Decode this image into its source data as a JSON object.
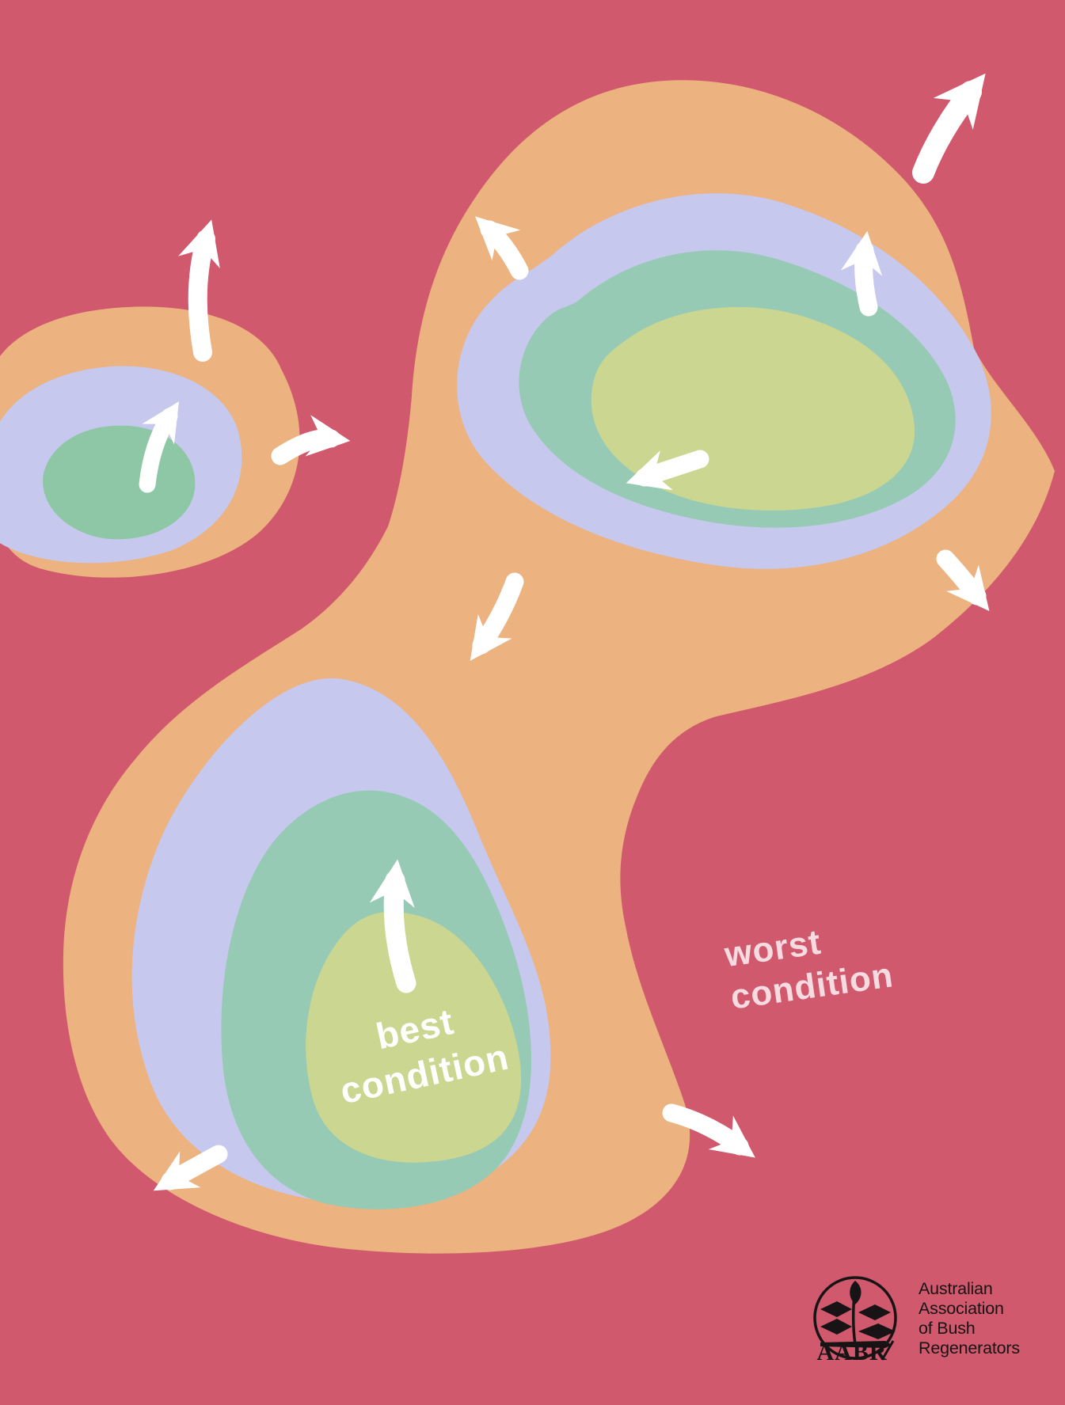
{
  "labels": {
    "best_condition": {
      "line1": "best",
      "line2": "condition"
    },
    "worst_condition": {
      "line1": "worst",
      "line2": "condition"
    }
  },
  "logo": {
    "acronym": "AABR",
    "name_line1": "Australian",
    "name_line2": "Association",
    "name_line3": "of Bush",
    "name_line4": "Regenerators"
  },
  "colors": {
    "worst_background": "#d0596d",
    "zone_outer_orange": "#ecb280",
    "zone_mid_lavender": "#c7c8ee",
    "zone_inner_teal": "#97cab4",
    "zone_small_core_teal": "#8ec7a5",
    "zone_best_green": "#cbd791",
    "arrow": "#ffffff",
    "best_label_text": "#ffffff",
    "worst_label_text": "#f6dbe1",
    "logo_ink": "#181314"
  }
}
